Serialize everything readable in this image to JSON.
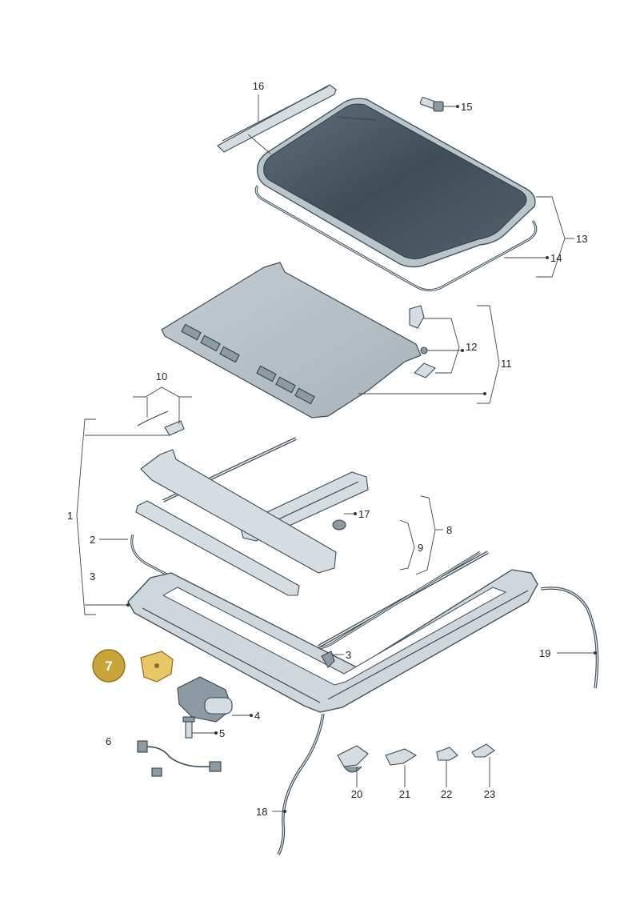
{
  "diagram": {
    "highlighted_part": "7",
    "labels": {
      "p1": "1",
      "p2": "2",
      "p3a": "3",
      "p3b": "3",
      "p4": "4",
      "p5": "5",
      "p6": "6",
      "p8": "8",
      "p9": "9",
      "p10": "10",
      "p11": "11",
      "p12": "12",
      "p13": "13",
      "p14": "14",
      "p15": "15",
      "p16": "16",
      "p17": "17",
      "p18": "18",
      "p19": "19",
      "p20": "20",
      "p21": "21",
      "p22": "22",
      "p23": "23"
    },
    "colors": {
      "glass": "#4d5b66",
      "glass_frame": "#b9c4cb",
      "metal": "#d6dde2",
      "highlight": "#c9a43a"
    }
  }
}
